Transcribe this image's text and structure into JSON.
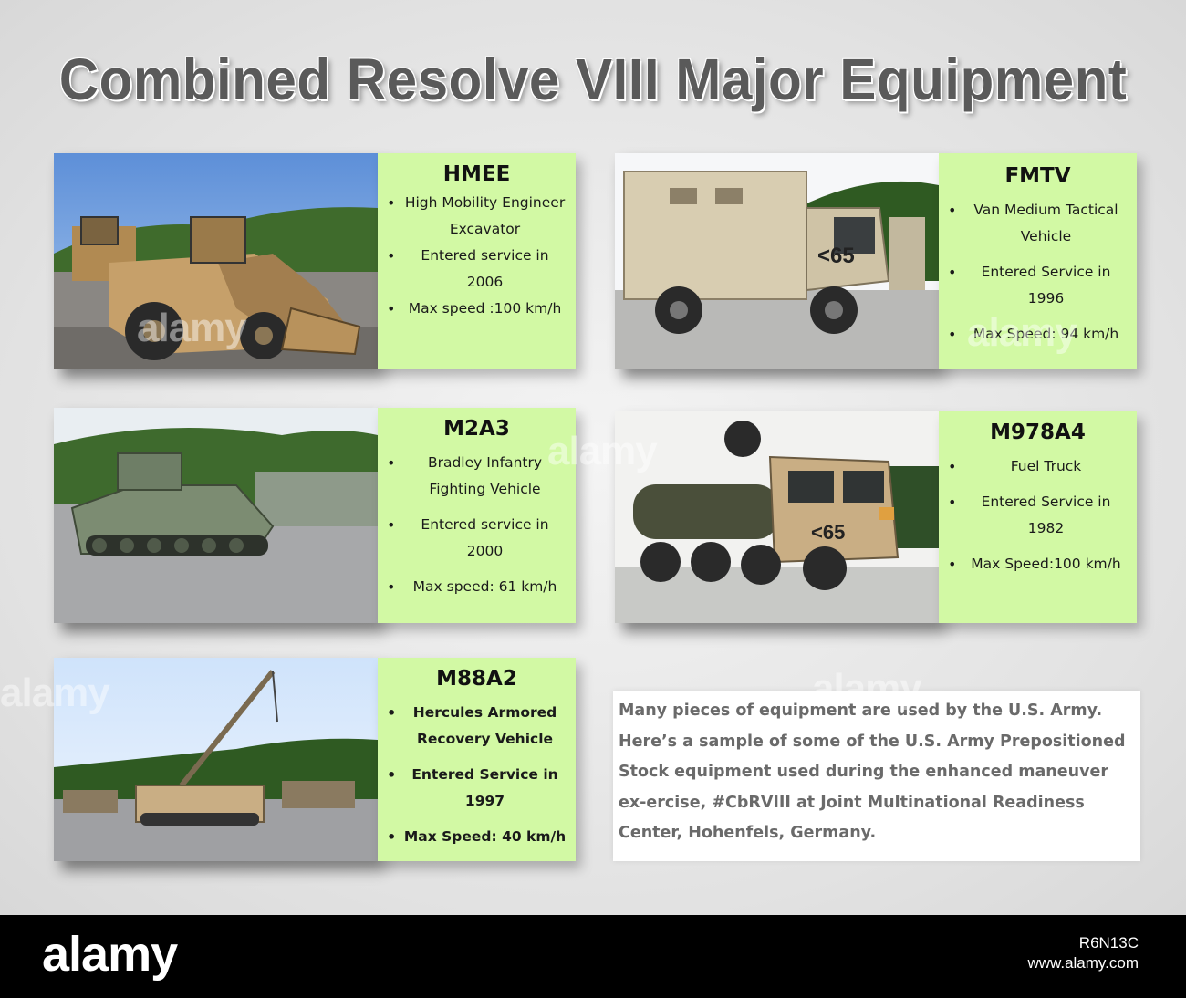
{
  "title": "Combined Resolve VIII Major Equipment",
  "cards": [
    {
      "name": "HMEE",
      "bullets": [
        "High Mobility Engineer Excavator",
        "Entered service in 2006",
        "Max speed :100 km/h"
      ]
    },
    {
      "name": "FMTV",
      "bullets": [
        "Van Medium Tactical Vehicle",
        "Entered Service in 1996",
        "Max Speed: 94 km/h"
      ]
    },
    {
      "name": "M2A3",
      "bullets": [
        "Bradley Infantry Fighting Vehicle",
        "Entered service in 2000",
        "Max speed: 61 km/h"
      ]
    },
    {
      "name": "M978A4",
      "bullets": [
        "Fuel Truck",
        "Entered Service in 1982",
        "Max Speed:100 km/h"
      ]
    },
    {
      "name": "M88A2",
      "bullets": [
        "Hercules Armored Recovery Vehicle",
        "Entered Service in 1997",
        "Max Speed: 40 km/h"
      ]
    }
  ],
  "description": "Many pieces of equipment are used by the U.S. Army. Here’s a sample of some of the U.S. Army Prepositioned Stock equipment used during the enhanced maneuver ex-ercise, #CbRVIII at Joint Multinational Readiness Center, Hohenfels, Germany.",
  "vehicle_markings": {
    "fmtv": "<65",
    "m978": "<65"
  },
  "watermark": "alamy",
  "footer": {
    "logo": "alamy",
    "image_id": "R6N13C",
    "site": "www.alamy.com"
  }
}
